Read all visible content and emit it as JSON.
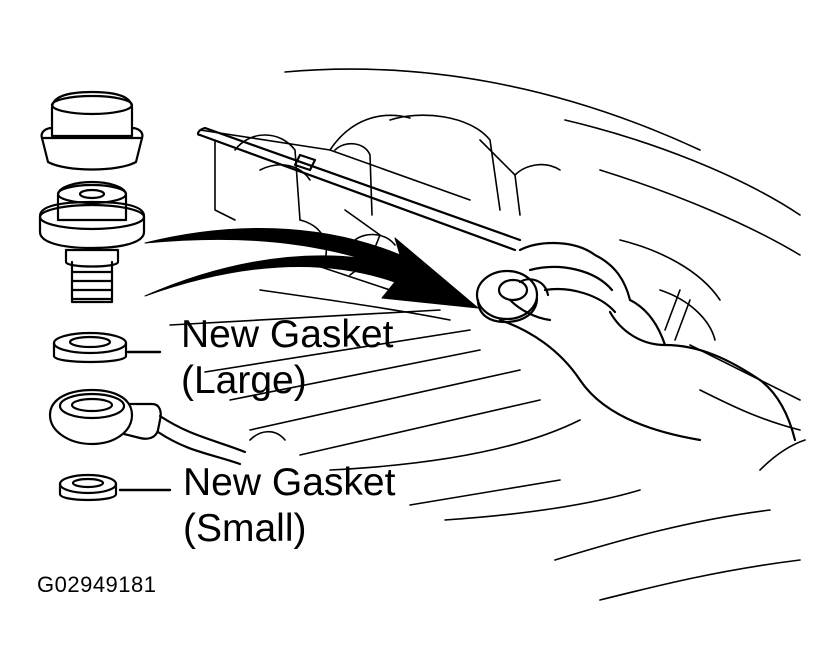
{
  "labels": {
    "large_gasket": {
      "line1": "New Gasket",
      "line2": "(Large)"
    },
    "small_gasket": {
      "line1": "New Gasket",
      "line2": "(Small)"
    }
  },
  "figure_code": "G02949181",
  "colors": {
    "ink": "#000000",
    "paper": "#ffffff"
  }
}
